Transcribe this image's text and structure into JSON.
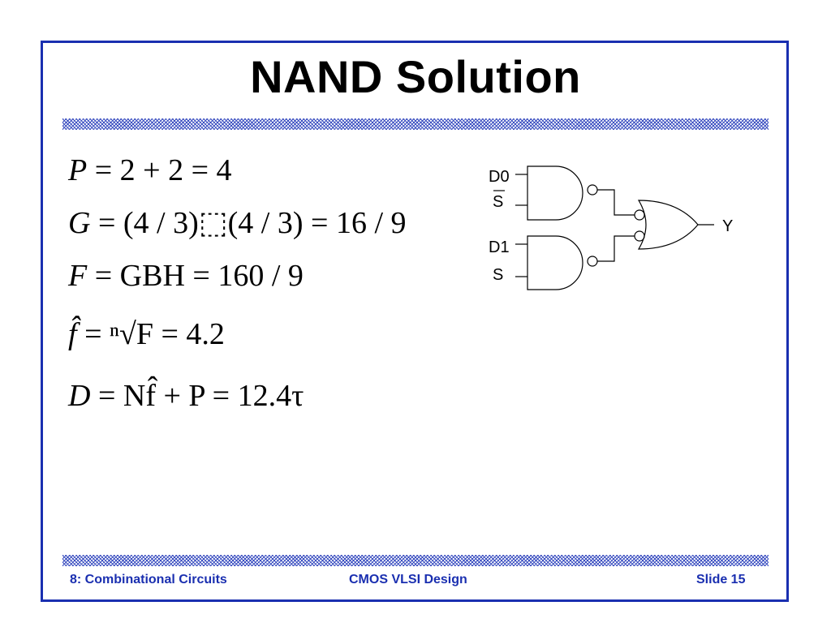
{
  "slide": {
    "title": "NAND Solution",
    "equations": [
      {
        "id": "p",
        "lhs": "P",
        "rhs": "= 2 + 2 = 4"
      },
      {
        "id": "g",
        "lhs": "G",
        "rhs": "= (4 / 3)⬚(4 / 3) = 16 / 9"
      },
      {
        "id": "f",
        "lhs": "F",
        "mid": "= GBH",
        "rhs": "= 160 / 9"
      },
      {
        "id": "fhat",
        "lhs": "f̂",
        "mid": "= ⁿ√F",
        "rhs": "= 4.2"
      },
      {
        "id": "d",
        "lhs": "D",
        "mid": "= Nf̂ + P",
        "rhs": "= 12.4τ"
      }
    ],
    "diagram": {
      "inputs": [
        "D0",
        "S",
        "D1",
        "S"
      ],
      "output": "Y"
    },
    "footer": {
      "left": "8: Combinational Circuits",
      "center": "CMOS VLSI Design",
      "right": "Slide 15"
    },
    "colors": {
      "frame": "#1a2fb0",
      "footer_text": "#1a2fb0"
    }
  }
}
